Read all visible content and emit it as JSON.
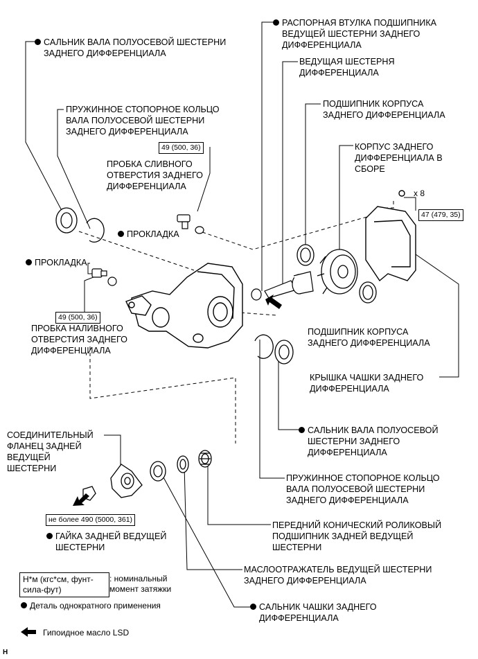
{
  "labels": {
    "oil_seal_left": [
      "САЛЬНИК ВАЛА ПОЛУОСЕВОЙ ШЕСТЕРНИ",
      "ЗАДНЕГО ДИФФЕРЕНЦИАЛА"
    ],
    "snap_ring_left": [
      "ПРУЖИННОЕ СТОПОРНОЕ КОЛЬЦО",
      "ВАЛА ПОЛУОСЕВОЙ ШЕСТЕРНИ",
      "ЗАДНЕГО ДИФФЕРЕНЦИАЛА"
    ],
    "drain_plug": [
      "ПРОБКА СЛИВНОГО",
      "ОТВЕРСТИЯ ЗАДНЕГО",
      "ДИФФЕРЕНЦИАЛА"
    ],
    "gasket_drain": "ПРОКЛАДКА",
    "gasket_filler": "ПРОКЛАДКА",
    "filler_plug": [
      "ПРОБКА НАЛИВНОГО",
      "ОТВЕРСТИЯ ЗАДНЕГО",
      "ДИФФЕРЕНЦИАЛА"
    ],
    "spacer": [
      "РАСПОРНАЯ ВТУЛКА ПОДШИПНИКА",
      "ВЕДУЩЕЙ ШЕСТЕРНИ ЗАДНЕГО",
      "ДИФФЕРЕНЦИАЛА"
    ],
    "drive_pinion": [
      "ВЕДУЩАЯ ШЕСТЕРНЯ",
      "ДИФФЕРЕНЦИАЛА"
    ],
    "case_bearing_top": [
      "ПОДШИПНИК КОРПУСА",
      "ЗАДНЕГО ДИФФЕРЕНЦИАЛА"
    ],
    "case_assembly": [
      "КОРПУС ЗАДНЕГО",
      "ДИФФЕРЕНЦИАЛА В",
      "СБОРЕ"
    ],
    "bolt_count": "x 8",
    "case_bearing_bottom": [
      "ПОДШИПНИК КОРПУСА",
      "ЗАДНЕГО ДИФФЕРЕНЦИАЛА"
    ],
    "carrier_cover": [
      "КРЫШКА ЧАШКИ ЗАДНЕГО",
      "ДИФФЕРЕНЦИАЛА"
    ],
    "oil_seal_right": [
      "САЛЬНИК ВАЛА ПОЛУОСЕВОЙ",
      "ШЕСТЕРНИ ЗАДНЕГО",
      "ДИФФЕРЕНЦИАЛА"
    ],
    "snap_ring_right": [
      "ПРУЖИННОЕ СТОПОРНОЕ КОЛЬЦО",
      "ВАЛА ПОЛУОСЕВОЙ ШЕСТЕРНИ",
      "ЗАДНЕГО ДИФФЕРЕНЦИАЛА"
    ],
    "companion_flange": [
      "СОЕДИНИТЕЛЬНЫЙ",
      "ФЛАНЕЦ ЗАДНЕЙ",
      "ВЕДУЩЕЙ",
      "ШЕСТЕРНИ"
    ],
    "front_bearing": [
      "ПЕРЕДНИЙ КОНИЧЕСКИЙ РОЛИКОВЫЙ",
      "ПОДШИПНИК ЗАДНЕЙ ВЕДУЩЕЙ",
      "ШЕСТЕРНИ"
    ],
    "oil_slinger": [
      "МАСЛООТРАЖАТЕЛЬ ВЕДУЩЕЙ ШЕСТЕРНИ",
      "ЗАДНЕГО ДИФФЕРЕНЦИАЛА"
    ],
    "pinion_nut": [
      "ГАЙКА ЗАДНЕЙ ВЕДУЩЕЙ",
      "ШЕСТЕРНИ"
    ],
    "carrier_oil_seal": [
      "САЛЬНИК ЧАШКИ ЗАДНЕГО",
      "ДИФФЕРЕНЦИАЛА"
    ]
  },
  "torques": {
    "drain_plug": "49 (500, 36)",
    "filler_plug": "49 (500, 36)",
    "cover_bolts": "47 (479, 35)",
    "pinion_nut": "не более 490 (5000, 361)"
  },
  "legend": {
    "torque_box": [
      "Н*м (кгс*см, фунт-",
      "сила-фут)"
    ],
    "torque_desc": [
      ": номинальный",
      "момент затяжки"
    ],
    "non_reusable": "Деталь однократного применения",
    "lsd_oil": "Гипоидное масло LSD"
  },
  "corner_mark": "H",
  "colors": {
    "line": "#000000",
    "background": "#ffffff"
  }
}
